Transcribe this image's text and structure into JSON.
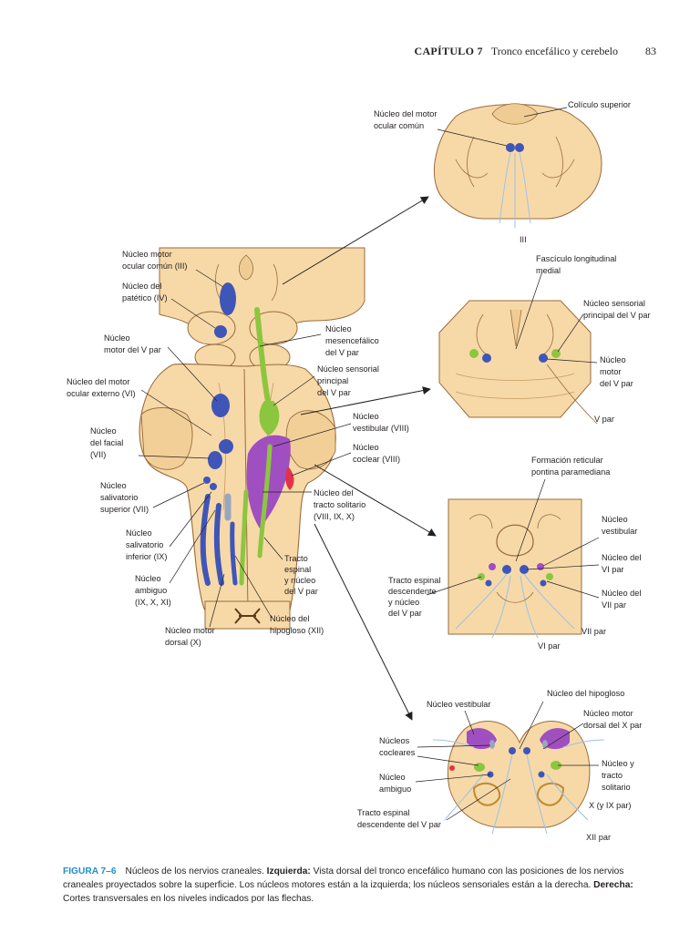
{
  "header": {
    "chapter_label": "CAPÍTULO 7",
    "chapter_title": "Tronco encefálico y cerebelo",
    "page_number": "83"
  },
  "colors": {
    "tissue": "#f7d9a8",
    "tissue_dark": "#e9c184",
    "outline": "#9a6b3c",
    "motor": "#3f56b8",
    "sensory_green": "#8cc63f",
    "sensory_purple": "#a04fc0",
    "red": "#e0334a",
    "caption_blue": "#1f8fc9"
  },
  "left_labels": {
    "motor_III": [
      "Núcleo motor",
      "ocular común (III)"
    ],
    "troclear_IV": [
      "Núcleo del",
      "patético (IV)"
    ],
    "motor_V": [
      "Núcleo",
      "motor del V par"
    ],
    "abducens_VI": [
      "Núcleo del motor",
      "ocular externo (VI)"
    ],
    "facial_VII": [
      "Núcleo",
      "del facial",
      "(VII)"
    ],
    "salivatory_sup": [
      "Núcleo",
      "salivatorio",
      "superior (VII)"
    ],
    "salivatory_inf": [
      "Núcleo",
      "salivatorio",
      "inferior (IX)"
    ],
    "ambiguus": [
      "Núcleo",
      "ambiguo",
      "(IX, X, XI)"
    ],
    "dorsal_motor_X": [
      "Núcleo motor",
      "dorsal (X)"
    ],
    "hypoglossal_XII": [
      "Núcleo del",
      "hipogloso (XII)"
    ],
    "spinal_tract_V": [
      "Tracto",
      "espinal",
      "y núcleo",
      "del V par"
    ],
    "solitary": [
      "Núcleo del",
      "tracto solitario",
      "(VIII, IX, X)"
    ],
    "cochlear": [
      "Núcleo",
      "coclear (VIII)"
    ],
    "vestibular": [
      "Núcleo",
      "vestibular (VIII)"
    ],
    "principal_V": [
      "Núcleo sensorial",
      "principal",
      "del V par"
    ],
    "mesencephalic_V": [
      "Núcleo",
      "mesencefálico",
      "del V par"
    ]
  },
  "section1": {
    "oculomotor": [
      "Núcleo del motor",
      "ocular común"
    ],
    "colliculus": "Colículo superior",
    "nerve": "III"
  },
  "section2": {
    "mlf": [
      "Fascículo longitudinal",
      "medial"
    ],
    "principal": [
      "Núcleo sensorial",
      "principal del V par"
    ],
    "motor": [
      "Núcleo",
      "motor",
      "del V par"
    ],
    "nerve": "V par"
  },
  "section3": {
    "pprf": [
      "Formación reticular",
      "pontina paramediana"
    ],
    "vestibular": [
      "Núcleo",
      "vestibular"
    ],
    "abducens": [
      "Núcleo del",
      "VI par"
    ],
    "facial": [
      "Núcleo del",
      "VII par"
    ],
    "spinal_tract": [
      "Tracto espinal",
      "descendente",
      "y núcleo",
      "del V par"
    ],
    "nerve_vii": "VII par",
    "nerve_vi": "VI par"
  },
  "section4": {
    "hypoglossal": "Núcleo del hipogloso",
    "vestibular": "Núcleo vestibular",
    "dorsal_motor": [
      "Núcleo motor",
      "dorsal del X par"
    ],
    "cochlear": [
      "Núcleos",
      "cocleares"
    ],
    "ambiguus": [
      "Núcleo",
      "ambiguo"
    ],
    "solitary": [
      "Núcleo y",
      "tracto",
      "solitario"
    ],
    "nerve_x": "X (y IX par)",
    "spinal_tract": [
      "Tracto espinal",
      "descendente del V par"
    ],
    "nerve_xii": "XII par"
  },
  "caption": {
    "fig_label": "FIGURA 7–6",
    "part1": "Núcleos de los nervios craneales. ",
    "bold1": "Izquierda:",
    "part2": " Vista dorsal del tronco encefálico humano con las posiciones de los nervios craneales proyectados sobre la superficie. Los núcleos motores están a la izquierda; los núcleos sensoriales están a la derecha. ",
    "bold2": "Derecha:",
    "part3": " Cortes transversales en los niveles indicados por las flechas."
  }
}
